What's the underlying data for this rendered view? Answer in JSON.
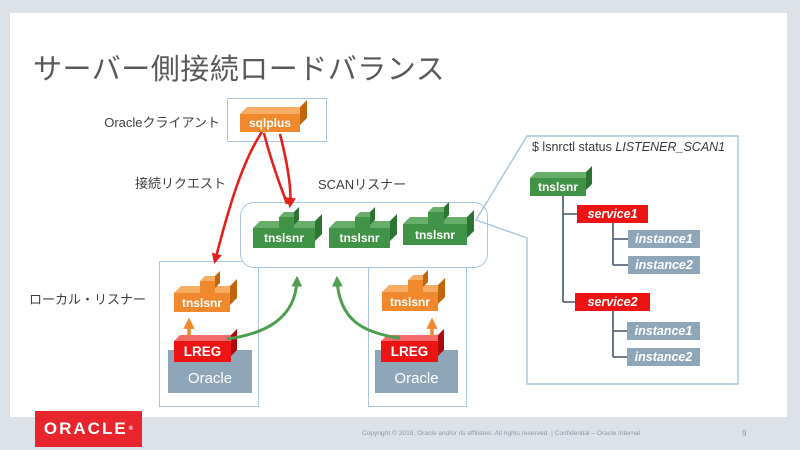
{
  "slide": {
    "title": "サーバー側接続ロードバランス",
    "labels": {
      "client": "Oracleクライアント",
      "connect_request": "接続リクエスト",
      "scan_listener": "SCANリスナー",
      "local_listener": "ローカル・リスナー"
    },
    "client": {
      "process": "sqlplus"
    },
    "scan": {
      "boxes": [
        "tnslsnr",
        "tnslsnr",
        "tnslsnr"
      ]
    },
    "nodes": [
      {
        "listener": "tnslsnr",
        "registrar": "LREG",
        "database": "Oracle"
      },
      {
        "listener": "tnslsnr",
        "registrar": "LREG",
        "database": "Oracle"
      }
    ],
    "panel": {
      "command_prefix": "$ lsnrctl status ",
      "command_arg": "LISTENER_SCAN1",
      "root": "tnslsnr",
      "services": [
        {
          "name": "service1",
          "instances": [
            "instance1",
            "instance2"
          ]
        },
        {
          "name": "service2",
          "instances": [
            "instance1",
            "instance2"
          ]
        }
      ]
    }
  },
  "footer": {
    "logo": "ORACLE",
    "logo_mark": "®",
    "copyright": "Copyright © 2018, Oracle and/or its affiliates. All rights reserved.  |  Confidential – Oracle Internal",
    "page": "9"
  },
  "colors": {
    "orange": "#f0882e",
    "green": "#419447",
    "red": "#ee1414",
    "blue_gray": "#8fa6b8",
    "border_blue": "#a9c4de",
    "tree_line": "#44546a",
    "arrow_red": "#e32119",
    "arrow_green": "#4e9e50",
    "oracle_red": "#e8242c"
  }
}
